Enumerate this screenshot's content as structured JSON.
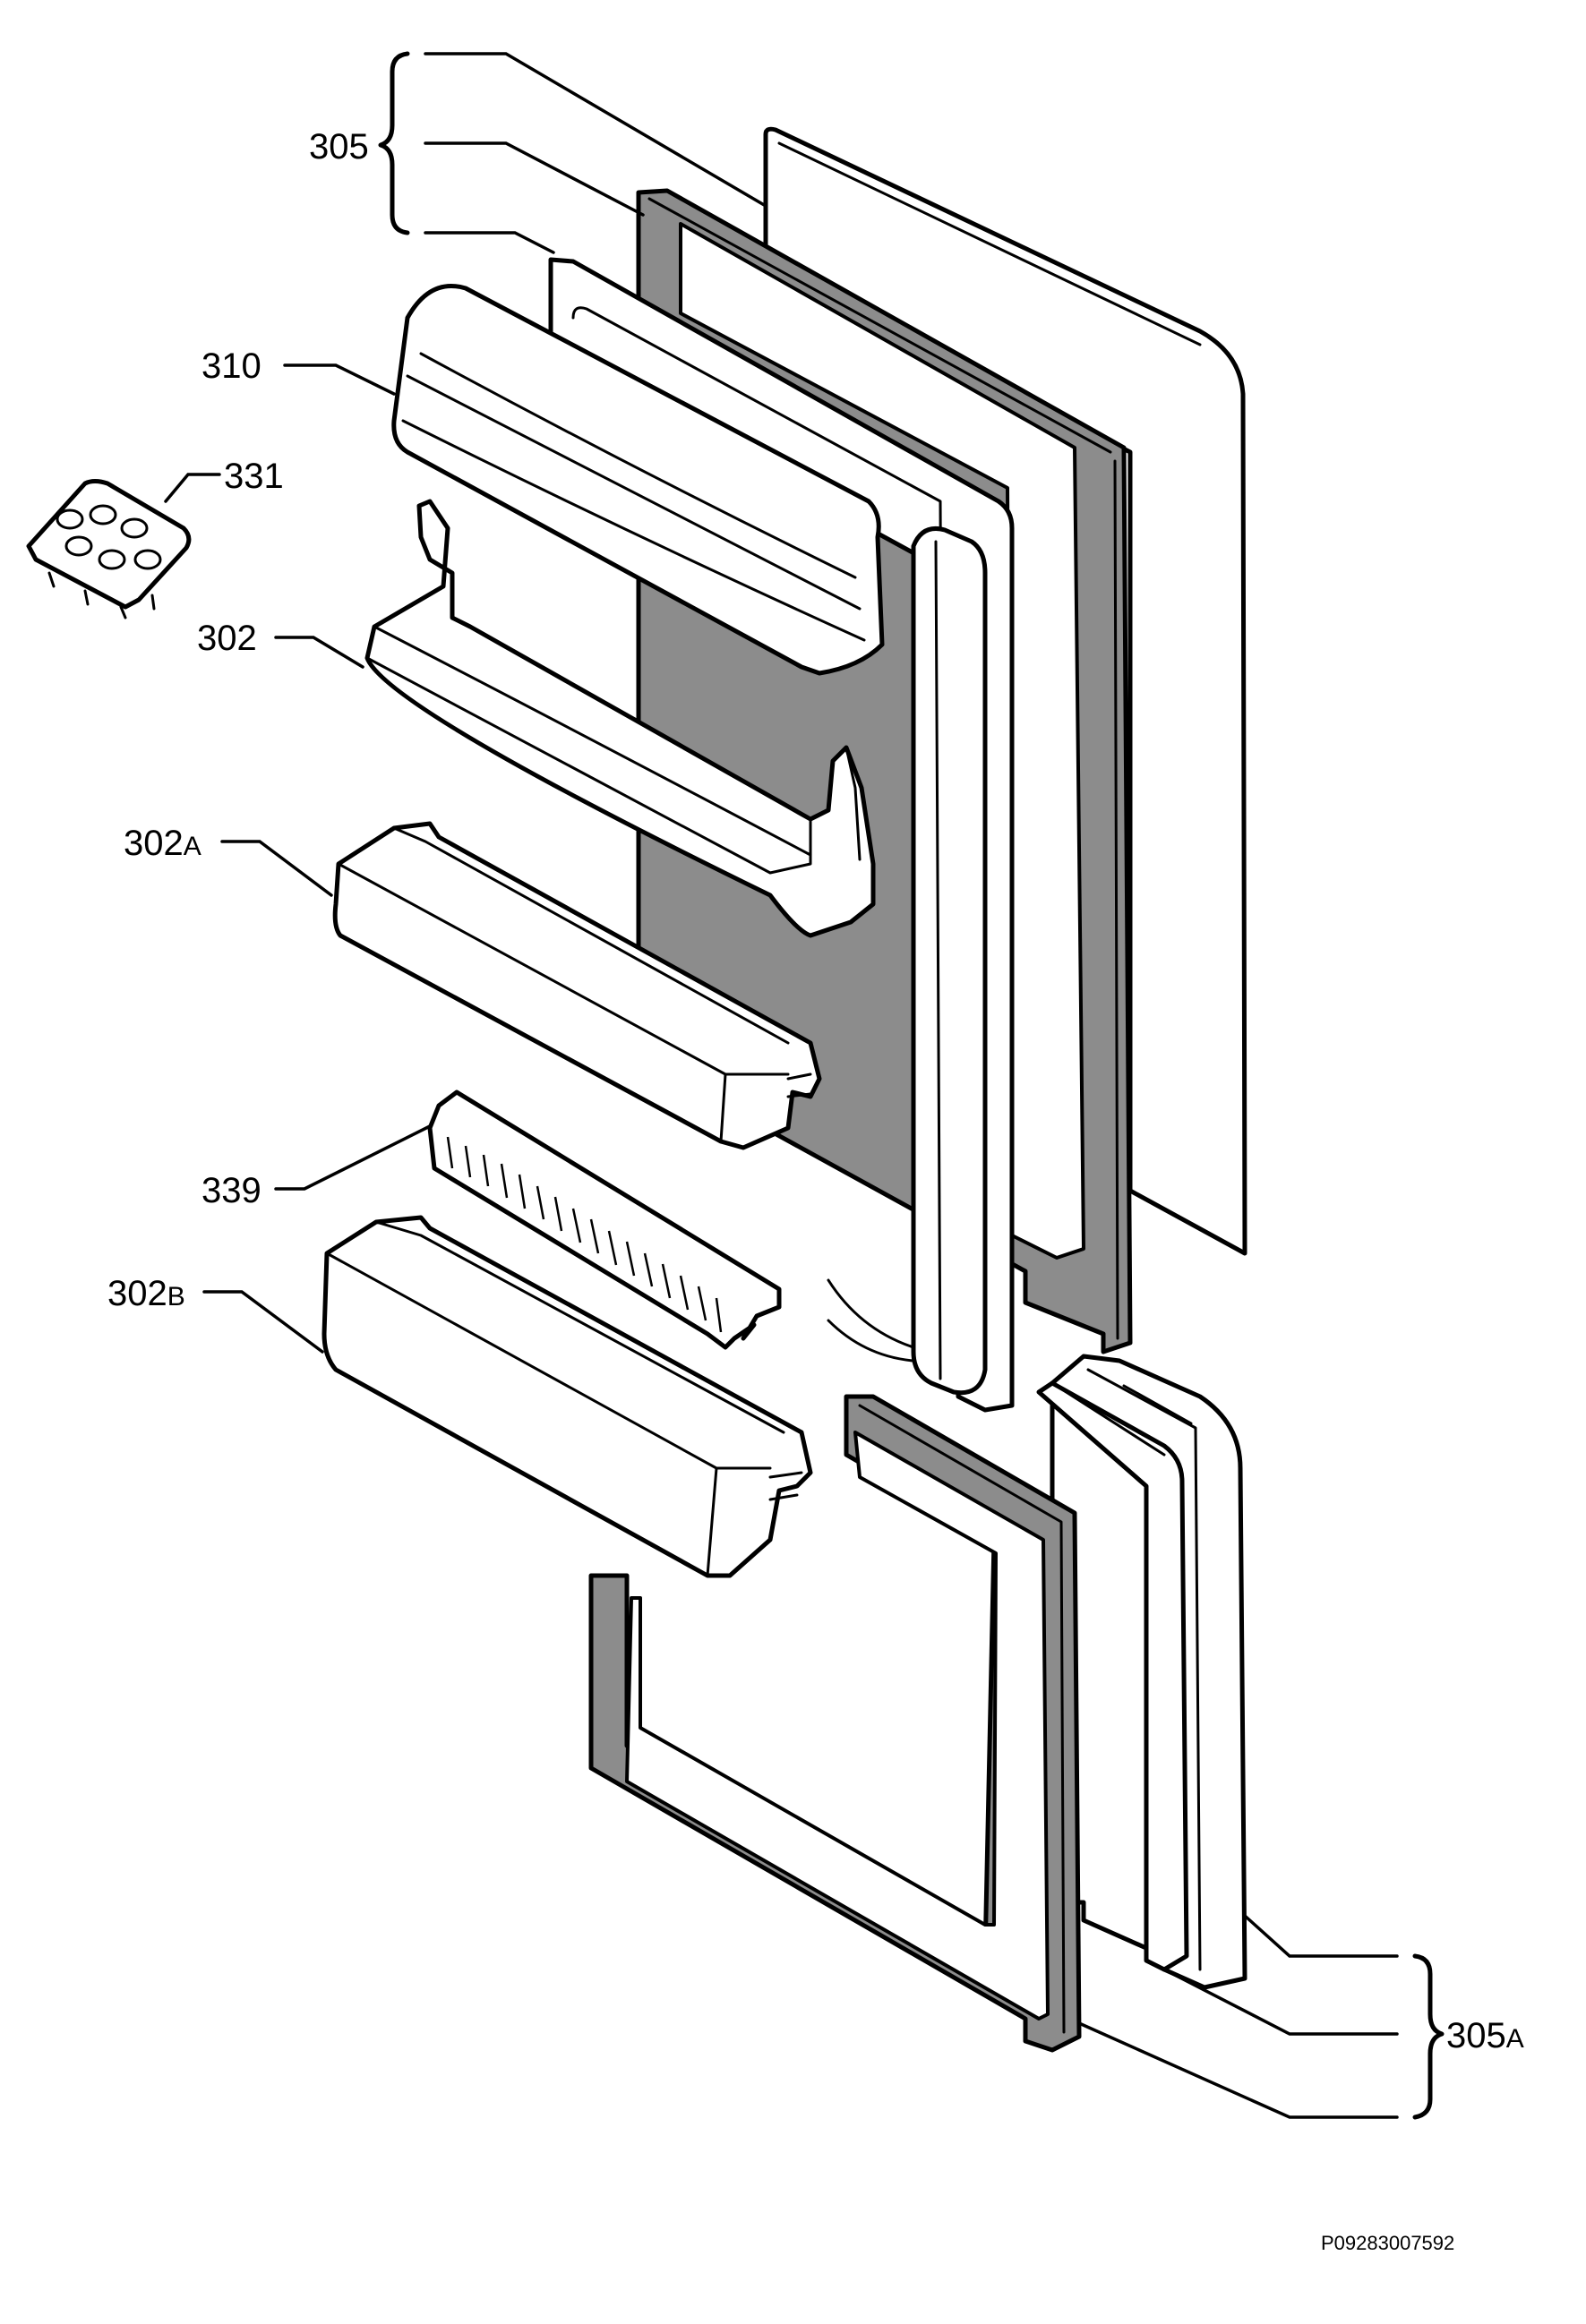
{
  "diagram": {
    "document_code": "P09283007592",
    "labels": {
      "l305": {
        "number": "305",
        "suffix": ""
      },
      "l310": {
        "number": "310",
        "suffix": ""
      },
      "l331": {
        "number": "331",
        "suffix": ""
      },
      "l302": {
        "number": "302",
        "suffix": ""
      },
      "l302a": {
        "number": "302",
        "suffix": "A"
      },
      "l339": {
        "number": "339",
        "suffix": ""
      },
      "l302b": {
        "number": "302",
        "suffix": "B"
      },
      "l305a": {
        "number": "305",
        "suffix": "A"
      }
    }
  }
}
